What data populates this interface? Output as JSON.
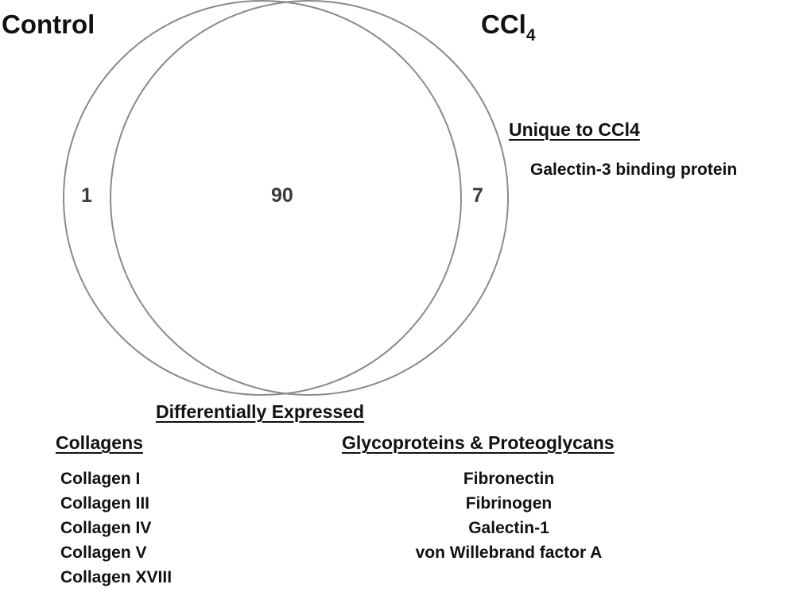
{
  "sets": {
    "control": {
      "label": "Control"
    },
    "ccl4": {
      "label_main": "CCl",
      "label_sub": "4"
    }
  },
  "counts": {
    "control_only": "1",
    "shared": "90",
    "ccl4_only": "7"
  },
  "unique_to_ccl4": {
    "heading": "Unique to CCl4",
    "items": [
      "Galectin-3 binding protein"
    ]
  },
  "differentially_expressed": {
    "heading": "Differentially Expressed",
    "collagens": {
      "heading": "Collagens",
      "items": [
        "Collagen I",
        "Collagen III",
        "Collagen IV",
        "Collagen V",
        "Collagen XVIII"
      ]
    },
    "glycoproteins": {
      "heading": "Glycoproteins & Proteoglycans",
      "items": [
        "Fibronectin",
        "Fibrinogen",
        "Galectin-1",
        "von Willebrand factor A"
      ]
    }
  },
  "colors": {
    "circle_stroke": "#8a8a8a",
    "text": "#111111",
    "count_text": "#3a3a3a"
  }
}
